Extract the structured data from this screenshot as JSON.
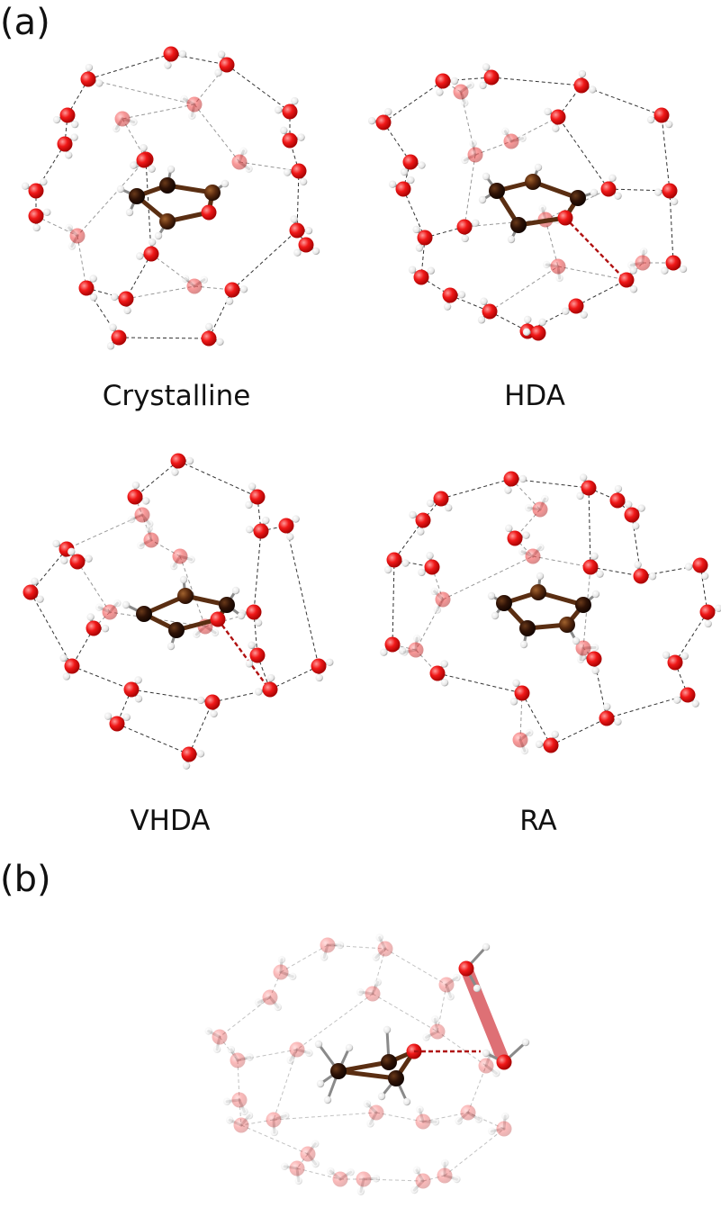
{
  "labels": {
    "panel_a": "(a)",
    "panel_b": "(b)"
  },
  "captions": {
    "crystalline": "Crystalline",
    "hda": "HDA",
    "vhda": "VHDA",
    "ra": "RA"
  },
  "colors": {
    "oxygen": "#e8101a",
    "hydrogen": "#f2f2f2",
    "carbon": "#3a1a0a",
    "carbon_light": "#7a4218",
    "key_bond": "#b01010",
    "highlight_bar": "#d9585e"
  }
}
